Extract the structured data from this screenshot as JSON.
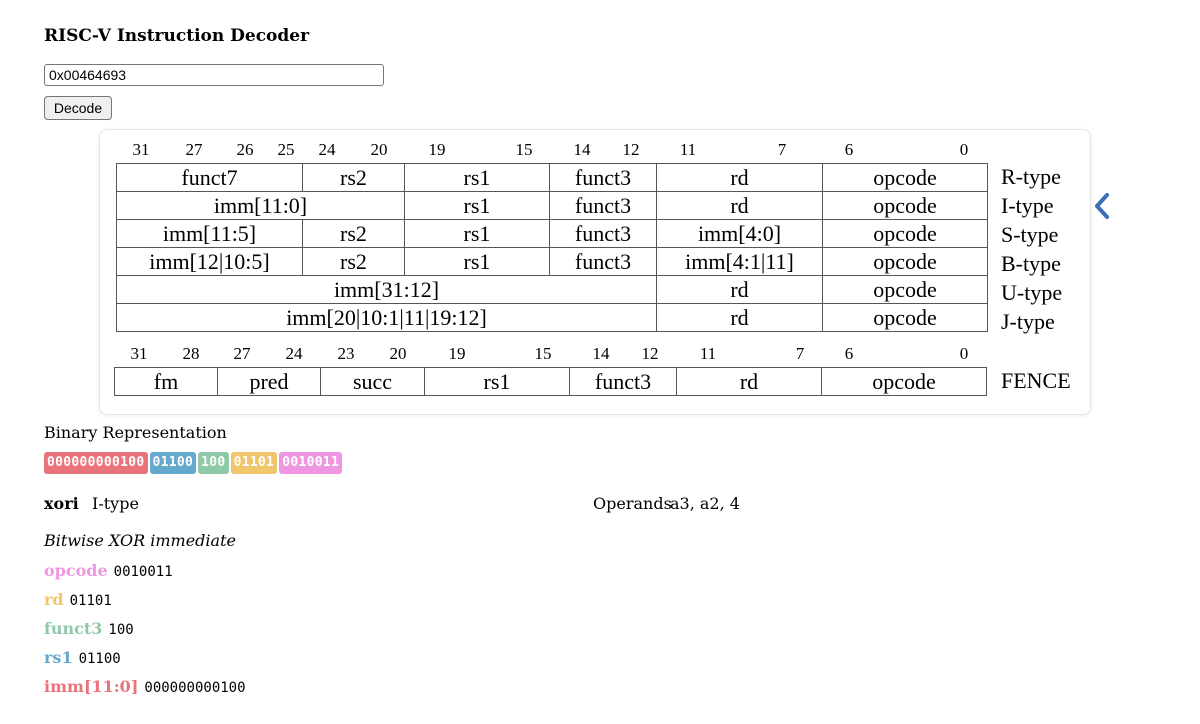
{
  "title": "RISC-V Instruction Decoder",
  "input": {
    "value": "0x00464693"
  },
  "decode_button": "Decode",
  "colors": {
    "imm": "#e8737a",
    "rs1": "#65a9cf",
    "funct3": "#8fc9a7",
    "rd": "#f0c56c",
    "opcode": "#ef96e3",
    "chevron": "#3a6fba"
  },
  "format_table": {
    "bit_numbers_top": [
      "31",
      "27",
      "26",
      "25",
      "24",
      "20",
      "19",
      "15",
      "14",
      "12",
      "11",
      "7",
      "6",
      "0"
    ],
    "rows": [
      {
        "type": "R-type",
        "fields": [
          "funct7",
          "rs2",
          "rs1",
          "funct3",
          "rd",
          "opcode"
        ]
      },
      {
        "type": "I-type",
        "fields": [
          "imm[11:0]",
          "rs1",
          "funct3",
          "rd",
          "opcode"
        ]
      },
      {
        "type": "S-type",
        "fields": [
          "imm[11:5]",
          "rs2",
          "rs1",
          "funct3",
          "imm[4:0]",
          "opcode"
        ]
      },
      {
        "type": "B-type",
        "fields": [
          "imm[12|10:5]",
          "rs2",
          "rs1",
          "funct3",
          "imm[4:1|11]",
          "opcode"
        ]
      },
      {
        "type": "U-type",
        "fields": [
          "imm[31:12]",
          "rd",
          "opcode"
        ]
      },
      {
        "type": "J-type",
        "fields": [
          "imm[20|10:1|11|19:12]",
          "rd",
          "opcode"
        ]
      }
    ],
    "bit_numbers_fence": [
      "31",
      "28",
      "27",
      "24",
      "23",
      "20",
      "19",
      "15",
      "14",
      "12",
      "11",
      "7",
      "6",
      "0"
    ],
    "fence": {
      "type": "FENCE",
      "fields": [
        "fm",
        "pred",
        "succ",
        "rs1",
        "funct3",
        "rd",
        "opcode"
      ]
    }
  },
  "binary": {
    "label": "Binary Representation",
    "chunks": [
      {
        "bits": "000000000100",
        "field": "imm"
      },
      {
        "bits": "01100",
        "field": "rs1"
      },
      {
        "bits": "100",
        "field": "funct3"
      },
      {
        "bits": "01101",
        "field": "rd"
      },
      {
        "bits": "0010011",
        "field": "opcode"
      }
    ]
  },
  "decoded": {
    "mnemonic": "xori",
    "type": "I-type",
    "operands_label": "Operands",
    "operands": "a3, a2, 4",
    "description": "Bitwise XOR immediate",
    "fields": [
      {
        "name": "opcode",
        "value": "0010011",
        "field": "opcode"
      },
      {
        "name": "rd",
        "value": "01101",
        "field": "rd"
      },
      {
        "name": "funct3",
        "value": "100",
        "field": "funct3"
      },
      {
        "name": "rs1",
        "value": "01100",
        "field": "rs1"
      },
      {
        "name": "imm[11:0]",
        "value": "000000000100",
        "field": "imm"
      }
    ]
  }
}
